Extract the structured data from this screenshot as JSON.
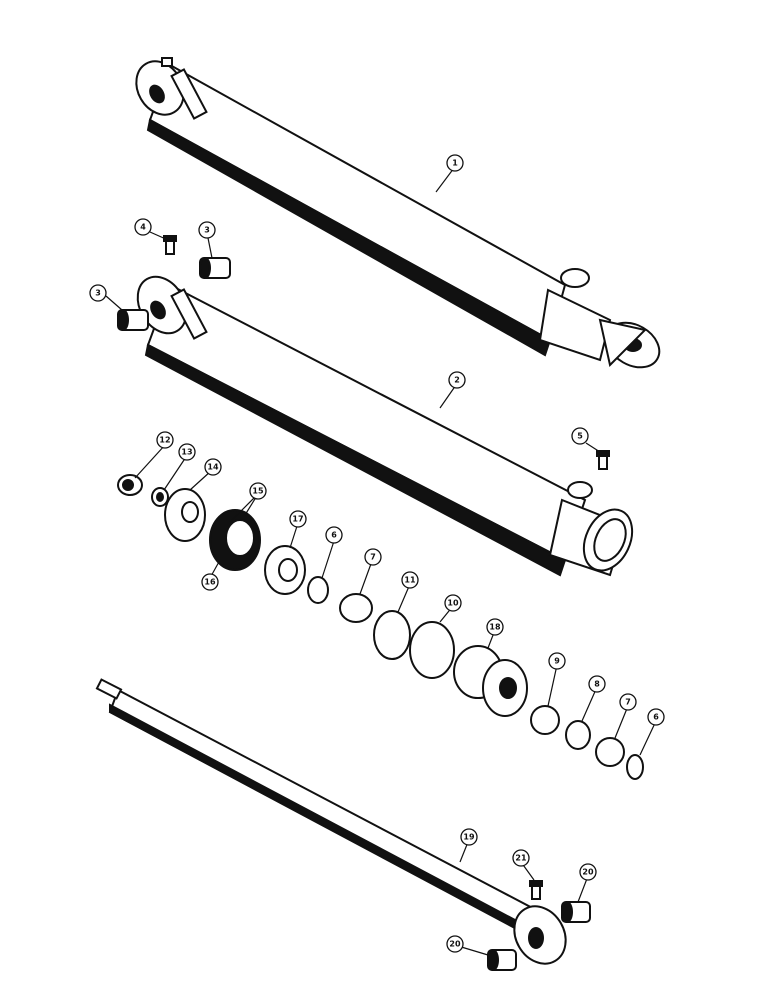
{
  "parts": [
    {
      "id": "c1",
      "label": "1"
    },
    {
      "id": "c2",
      "label": "2"
    },
    {
      "id": "c3a",
      "label": "3"
    },
    {
      "id": "c3b",
      "label": "3"
    },
    {
      "id": "c4",
      "label": "4"
    },
    {
      "id": "c5",
      "label": "5"
    },
    {
      "id": "c6a",
      "label": "6"
    },
    {
      "id": "c6b",
      "label": "6"
    },
    {
      "id": "c7a",
      "label": "7"
    },
    {
      "id": "c7b",
      "label": "7"
    },
    {
      "id": "c8",
      "label": "8"
    },
    {
      "id": "c9",
      "label": "9"
    },
    {
      "id": "c10",
      "label": "10"
    },
    {
      "id": "c11",
      "label": "11"
    },
    {
      "id": "c12",
      "label": "12"
    },
    {
      "id": "c13",
      "label": "13"
    },
    {
      "id": "c14",
      "label": "14"
    },
    {
      "id": "c15",
      "label": "15"
    },
    {
      "id": "c16",
      "label": "16"
    },
    {
      "id": "c17",
      "label": "17"
    },
    {
      "id": "c18",
      "label": "18"
    },
    {
      "id": "c19",
      "label": "19"
    },
    {
      "id": "c20a",
      "label": "20"
    },
    {
      "id": "c20b",
      "label": "20"
    },
    {
      "id": "c21",
      "label": "21"
    }
  ]
}
